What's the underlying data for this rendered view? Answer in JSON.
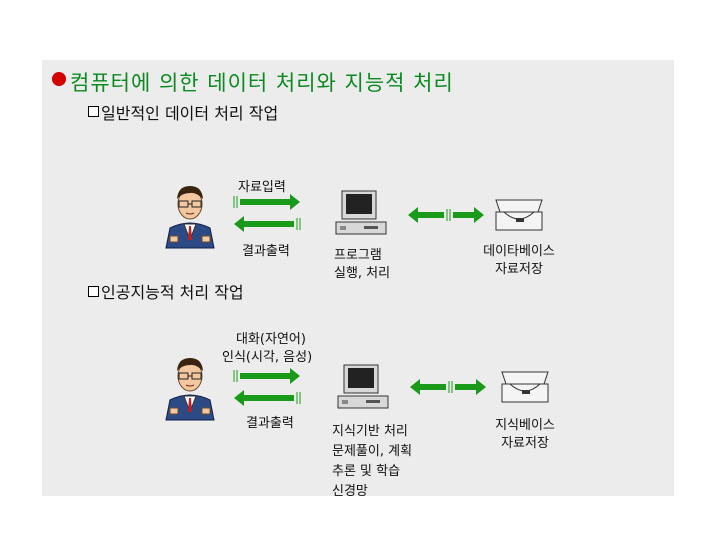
{
  "title": "컴퓨터에 의한 데이터 처리와 지능적 처리",
  "section1": {
    "heading": "일반적인 데이터 처리 작업",
    "input_label": "자료입력",
    "output_label": "결과출력",
    "program_label_1": "프로그램",
    "program_label_2": "실행, 처리",
    "db_label_1": "데이타베이스",
    "db_label_2": "자료저장"
  },
  "section2": {
    "heading": "인공지능적 처리 작업",
    "input_label_1": "대화(자연어)",
    "input_label_2": "인식(시각, 음성)",
    "output_label": "결과출력",
    "kb_process_1": "지식기반 처리",
    "kb_process_2": "문제풀이, 계획",
    "kb_process_3": "추론 및 학습",
    "kb_process_4": "신경망",
    "kb_label_1": "지식베이스",
    "kb_label_2": "자료저장"
  },
  "colors": {
    "title": "#0a8a20",
    "bullet": "#d40000",
    "arrow": "#1a9a1a",
    "background": "#ececec"
  }
}
